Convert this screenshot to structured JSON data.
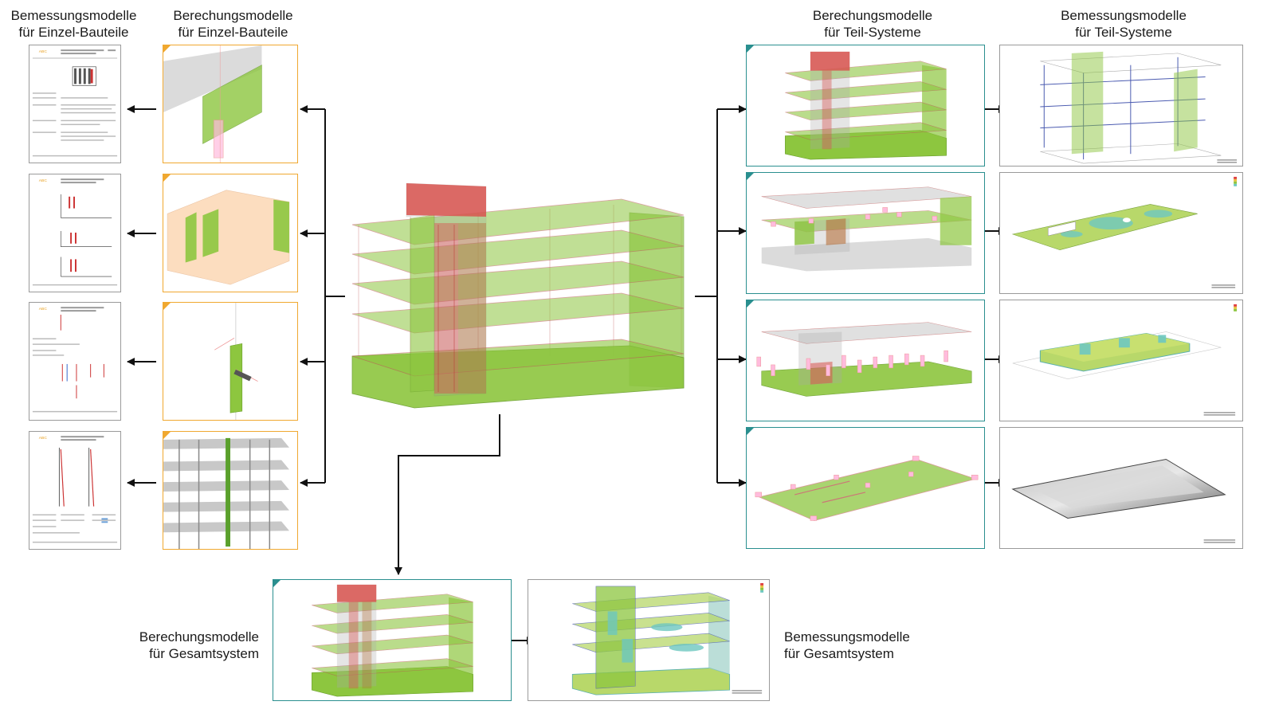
{
  "labels": {
    "design_single": [
      "Bemessungsmodelle",
      "für Einzel-Bauteile"
    ],
    "calc_single": [
      "Berechungsmodelle",
      "für Einzel-Bauteile"
    ],
    "calc_sub": [
      "Berechungsmodelle",
      "für Teil-Systeme"
    ],
    "design_sub": [
      "Bemessungsmodelle",
      "für Teil-Systeme"
    ],
    "calc_total": [
      "Berechungsmodelle",
      "für Gesamtsystem"
    ],
    "design_total": [
      "Bemessungsmodelle",
      "für Gesamtsystem"
    ]
  },
  "colors": {
    "model_green": "#8dc63f",
    "model_green_dark": "#6a9e2c",
    "core_red": "#d9534f",
    "panel_orange": "#f0a830",
    "panel_teal": "#2a8f8f",
    "arrow": "#111111"
  },
  "doc_brand": "ABC"
}
